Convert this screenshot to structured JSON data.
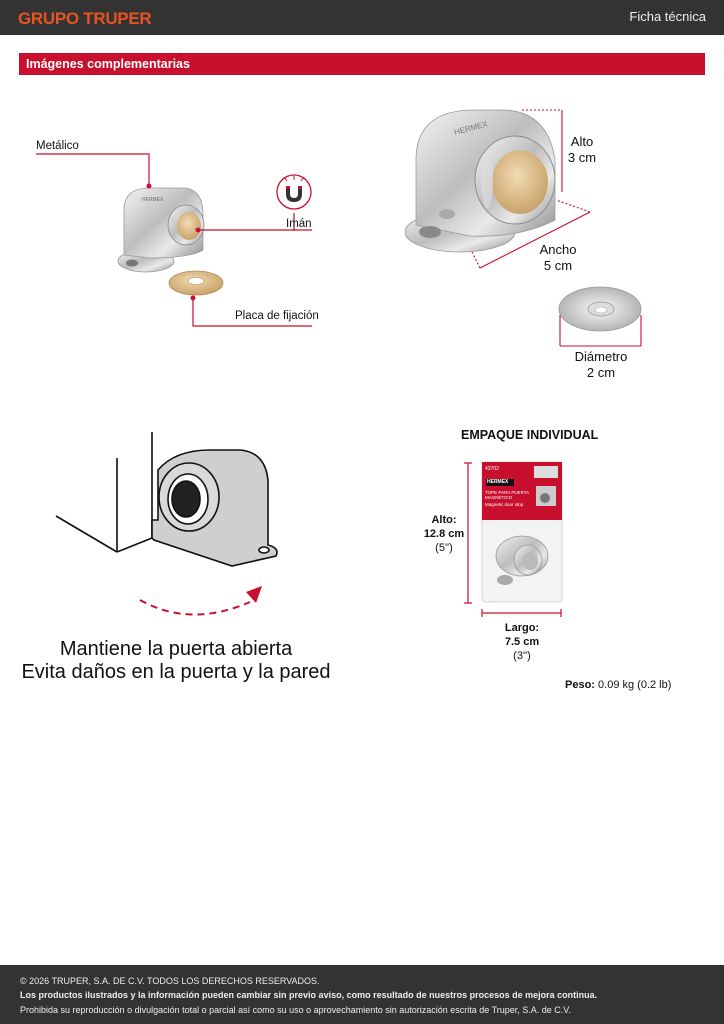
{
  "header": {
    "brand": "GRUPO TRUPER",
    "doc_type": "Ficha técnica"
  },
  "section": {
    "title": "Imágenes complementarias"
  },
  "parts": {
    "metal": "Metálico",
    "magnet": "Imán",
    "plate": "Placa de fijación"
  },
  "dimensions": {
    "height_label": "Alto",
    "height_value": "3 cm",
    "width_label": "Ancho",
    "width_value": "5 cm",
    "diameter_label": "Diámetro",
    "diameter_value": "2 cm"
  },
  "slogan": {
    "line1": "Mantiene la puerta abierta",
    "line2": "Evita daños en la puerta y la pared"
  },
  "package": {
    "title": "EMPAQUE INDIVIDUAL",
    "height_label": "Alto:",
    "height_cm": "12.8 cm",
    "height_in": "(5'')",
    "length_label": "Largo:",
    "length_cm": "7.5 cm",
    "length_in": "(3'')",
    "weight_label": "Peso:",
    "weight_value": "0.09 kg (0.2 lb)",
    "card_brand": "HERMEX",
    "card_code": "43702",
    "card_title_es": "TOPE PARA PUERTA MAGNÉTICO",
    "card_title_en": "Magnetic door stop"
  },
  "footer": {
    "copyright": "© 2026 TRUPER, S.A. DE C.V. TODOS LOS DERECHOS RESERVADOS.",
    "notice": "Los productos ilustrados y la información pueden cambiar sin previo aviso, como resultado de nuestros procesos de mejora continua.",
    "legal": "Prohibida su reproducción o divulgación total o parcial así como su uso o aprovechamiento sin autorización escrita de Truper, S.A. de C.V."
  },
  "colors": {
    "brand_orange": "#e8541f",
    "accent_red": "#c8102e",
    "dark_bar": "#333333"
  }
}
